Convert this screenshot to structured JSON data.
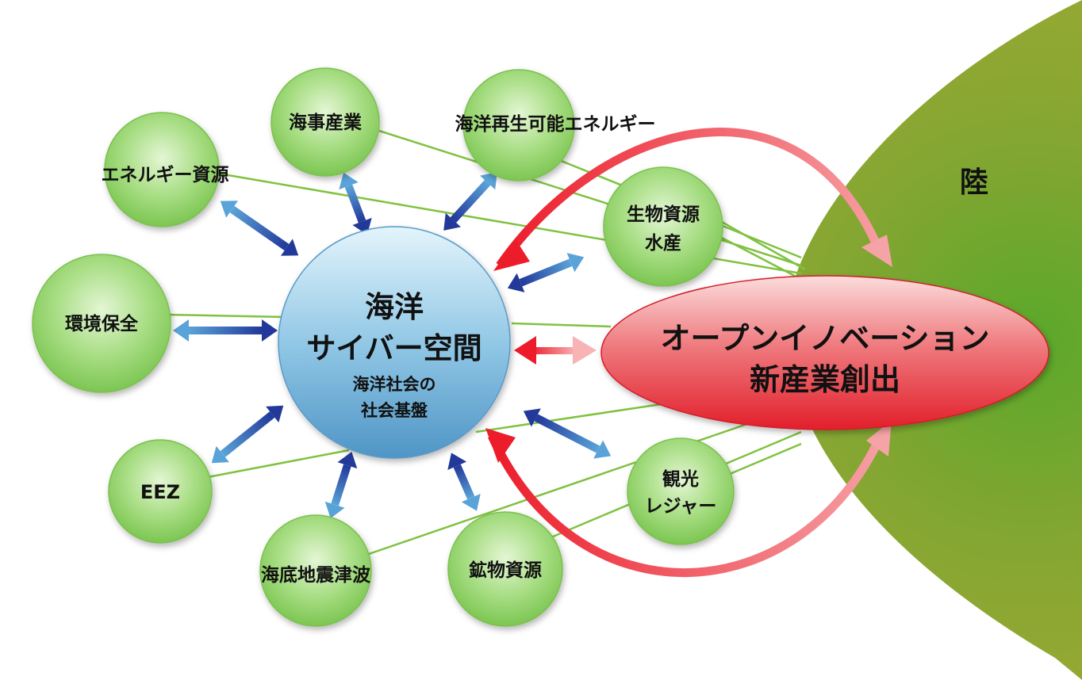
{
  "land_label": "陸",
  "hub": {
    "title_line1": "海洋",
    "title_line2": "サイバー空間",
    "sub_line1": "海洋社会の",
    "sub_line2": "社会基盤"
  },
  "innovation": {
    "line1": "オープンイノベーション",
    "line2": "新産業創出"
  },
  "nodes": {
    "energy_resources": "エネルギー資源",
    "maritime_industry": "海事産業",
    "renewable_energy": "海洋再生可能エネルギー",
    "bio_line1": "生物資源",
    "bio_line2": "水産",
    "environment": "環境保全",
    "eez": "EEZ",
    "seabed_quake": "海底地震津波",
    "minerals": "鉱物資源",
    "tourism_line1": "観光",
    "tourism_line2": "レジャー"
  },
  "colors": {
    "land": "#8fa630",
    "land_center": "#6aa628",
    "node_green": "#8fd163",
    "hub_blue": "#5ea4d0",
    "innovation_red": "#e8333d",
    "connector_green": "#7fc240",
    "arrow_blue": "#26469a"
  }
}
